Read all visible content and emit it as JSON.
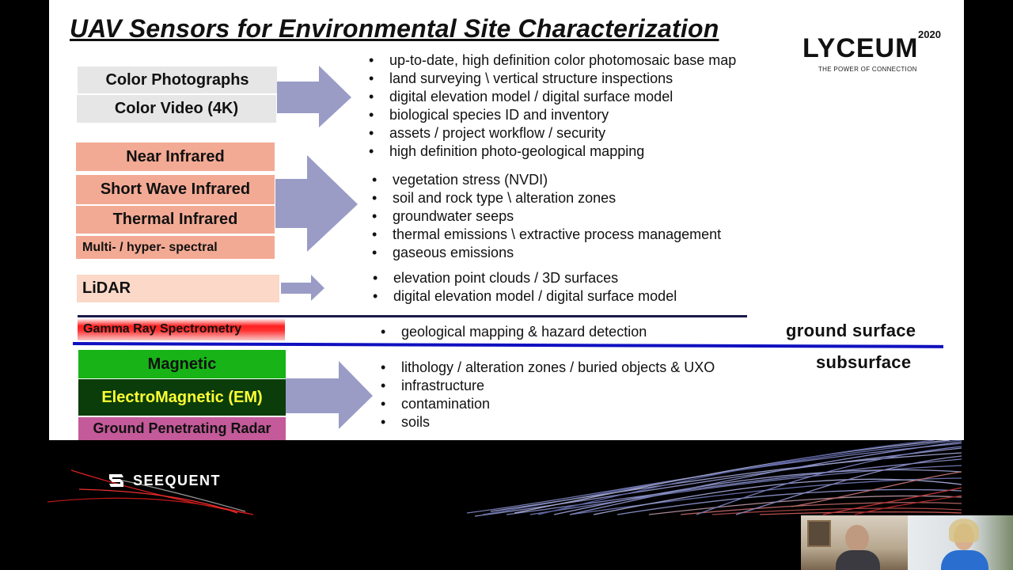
{
  "slide": {
    "title": "UAV Sensors for Environmental Site Characterization",
    "logo": {
      "word": "LYCEUM",
      "year": "2020",
      "tagline": "THE POWER OF CONNECTION"
    },
    "group1": {
      "sensors": [
        "Color Photographs",
        "Color Video (4K)"
      ],
      "bullets": [
        "up-to-date, high definition color photomosaic base map",
        "land surveying \\ vertical structure inspections",
        "digital elevation model / digital surface model",
        "biological species ID and inventory",
        "assets / project workflow / security",
        "high definition photo-geological mapping"
      ]
    },
    "group2": {
      "sensors": [
        "Near Infrared",
        "Short Wave Infrared",
        "Thermal Infrared",
        "Multi- / hyper- spectral"
      ],
      "bullets": [
        "vegetation stress (NVDI)",
        "soil and rock type \\ alteration zones",
        "groundwater seeps",
        "thermal emissions \\ extractive process management",
        "gaseous emissions"
      ]
    },
    "group3": {
      "sensors": [
        "LiDAR"
      ],
      "bullets": [
        "elevation point clouds / 3D surfaces",
        "digital elevation model / digital surface model"
      ]
    },
    "group4": {
      "sensors": [
        "Gamma Ray Spectrometry"
      ],
      "bullets": [
        "geological mapping & hazard detection"
      ]
    },
    "labels": {
      "ground_surface": "ground surface",
      "subsurface": "subsurface"
    },
    "group5": {
      "sensors": [
        "Magnetic",
        "ElectroMagnetic (EM)",
        "Ground Penetrating Radar"
      ],
      "bullets": [
        "lithology / alteration zones / buried objects & UXO",
        "infrastructure",
        "contamination",
        "soils"
      ]
    }
  },
  "footer": {
    "brand": "SEEQUENT"
  },
  "colors": {
    "arrow": "#9a9cc6",
    "gray_box": "#e6e6e6",
    "salmon_box": "#f3aa94",
    "lidar_box": "#fbd8c8",
    "magnetic_box": "#17b317",
    "em_box": "#0a3d0a",
    "em_text": "#ffff33",
    "gpr_box": "#c45a9a",
    "surface_line": "#1010c0"
  },
  "icons": [
    "seequent-logo-icon",
    "arrow-right-icon"
  ]
}
